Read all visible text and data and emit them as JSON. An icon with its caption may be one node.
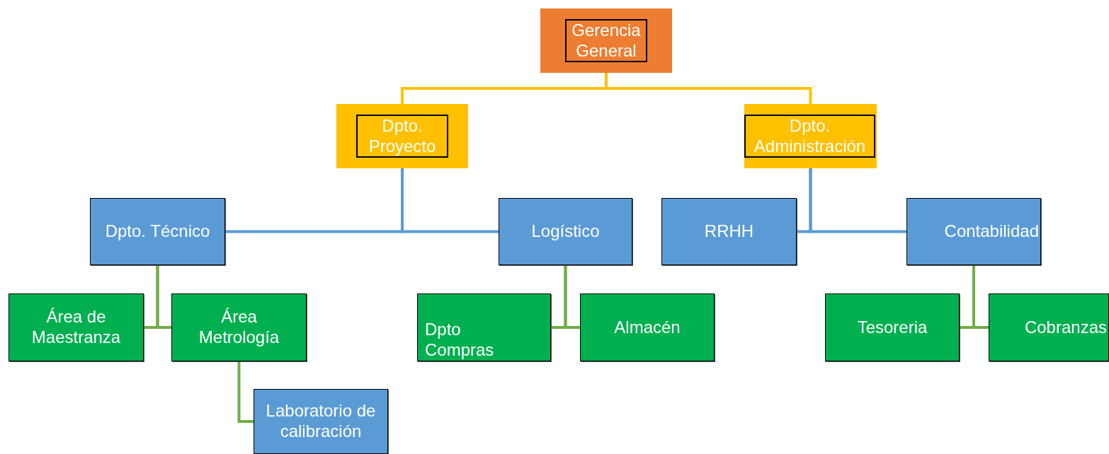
{
  "diagram": {
    "nodes": [
      {
        "text": [
          "Gerencia General"
        ]
      },
      {
        "text": [
          "Dpto. Proyecto"
        ]
      },
      {
        "text": [
          "Dpto. Administración"
        ]
      },
      {
        "text": [
          "Dpto. Técnico"
        ]
      },
      {
        "text": [
          "Logístico"
        ]
      },
      {
        "text": [
          "RRHH"
        ]
      },
      {
        "text": [
          "Contabilidad"
        ]
      },
      {
        "text": [
          "Área de Maestranza"
        ]
      },
      {
        "text": [
          "Área Metrología"
        ]
      },
      {
        "text": [
          "Dpto Compras"
        ]
      },
      {
        "text": [
          "Almacén"
        ]
      },
      {
        "text": [
          "Tesoreria"
        ]
      },
      {
        "text": [
          "Cobranzas"
        ]
      },
      {
        "text": [
          "Laboratorio de calibración"
        ]
      }
    ],
    "edges": [
      {
        "from": 0,
        "to": 1,
        "arrow": "none",
        "color": "#ffc000"
      },
      {
        "from": 0,
        "to": 2,
        "arrow": "none",
        "color": "#ffc000"
      },
      {
        "from": 1,
        "to": 3,
        "arrow": "none",
        "color": "#5b9bd5"
      },
      {
        "from": 1,
        "to": 4,
        "arrow": "none",
        "color": "#5b9bd5"
      },
      {
        "from": 2,
        "to": 5,
        "arrow": "none",
        "color": "#5b9bd5"
      },
      {
        "from": 2,
        "to": 6,
        "arrow": "none",
        "color": "#5b9bd5"
      },
      {
        "from": 3,
        "to": 7,
        "arrow": "none"
      },
      {
        "from": 3,
        "to": 8,
        "arrow": "none"
      },
      {
        "from": 4,
        "to": 9,
        "arrow": "none"
      },
      {
        "from": 4,
        "to": 10,
        "arrow": "none"
      },
      {
        "from": 6,
        "to": 11,
        "arrow": "none"
      },
      {
        "from": 6,
        "to": 12,
        "arrow": "none"
      },
      {
        "from": 8,
        "to": 13,
        "arrow": "none"
      }
    ]
  }
}
